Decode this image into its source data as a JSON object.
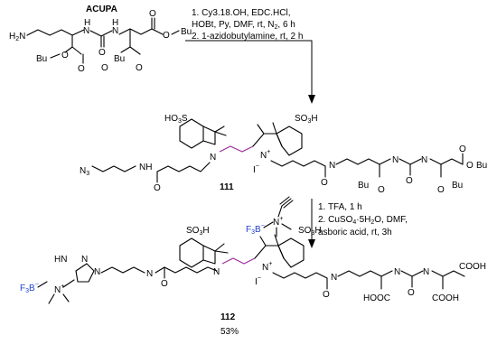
{
  "reagent_acupa": {
    "name": "ACUPA",
    "h2n": "H2N",
    "tbu_left": "Bu",
    "tbu_mid": "Bu",
    "tbu_right": "Bu",
    "n_h1": "N",
    "n_h2": "N",
    "h1": "H",
    "h2": "H",
    "o_labels": "O"
  },
  "step1": {
    "line1": "1. Cy3.18.OH, EDC.HCl,",
    "line2": "HOBt, Py, DMF, rt, N",
    "line2_sub": "2",
    "line2_tail": ", 6 h",
    "line3": "2. 1-azidobutylamine, rt, 2 h"
  },
  "compound111": {
    "label": "111",
    "hso3_left": "HO3S",
    "so3h_right": "SO3H",
    "iodide": "I",
    "n3": "N3",
    "tbu_a": "Bu",
    "tbu_b": "Bu",
    "tbu_c": "Bu"
  },
  "step2": {
    "line1": "1. TFA, 1 h",
    "line2": "2. CuSO4·5H2O, DMF,",
    "line3": "asboric acid, rt, 3h",
    "bf3": "F3B"
  },
  "compound112": {
    "label": "112",
    "yield": "53%",
    "so3h_left": "SO3H",
    "so3h_right": "SO3H",
    "iodide": "I",
    "bf3": "F3B",
    "cooh1": "COOH",
    "cooh2": "HOOC",
    "cooh3": "COOH",
    "hn": "HN"
  }
}
